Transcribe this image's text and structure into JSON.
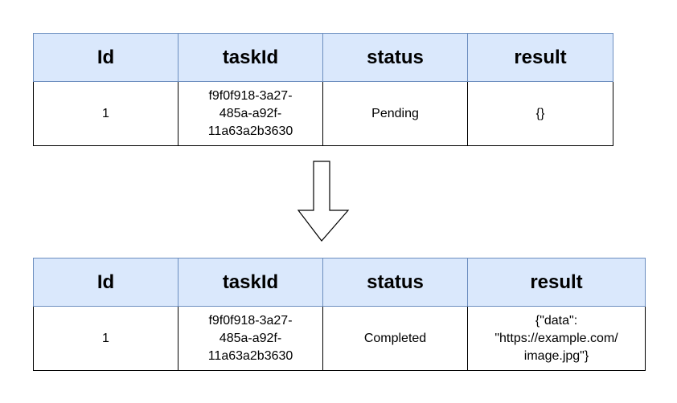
{
  "tables": {
    "before": {
      "headers": [
        "Id",
        "taskId",
        "status",
        "result"
      ],
      "row": {
        "id": "1",
        "taskId": "f9f0f918-3a27-\n485a-a92f-\n11a63a2b3630",
        "status": "Pending",
        "result": "{}"
      }
    },
    "after": {
      "headers": [
        "Id",
        "taskId",
        "status",
        "result"
      ],
      "row": {
        "id": "1",
        "taskId": "f9f0f918-3a27-\n485a-a92f-\n11a63a2b3630",
        "status": "Completed",
        "result": "{\"data\":\n\"https://example.com/\nimage.jpg\"}"
      }
    }
  },
  "colors": {
    "header_fill": "#dae8fc",
    "header_stroke": "#6c8ebf",
    "cell_stroke": "#000000"
  },
  "icons": {
    "transition": "down-arrow-icon"
  }
}
